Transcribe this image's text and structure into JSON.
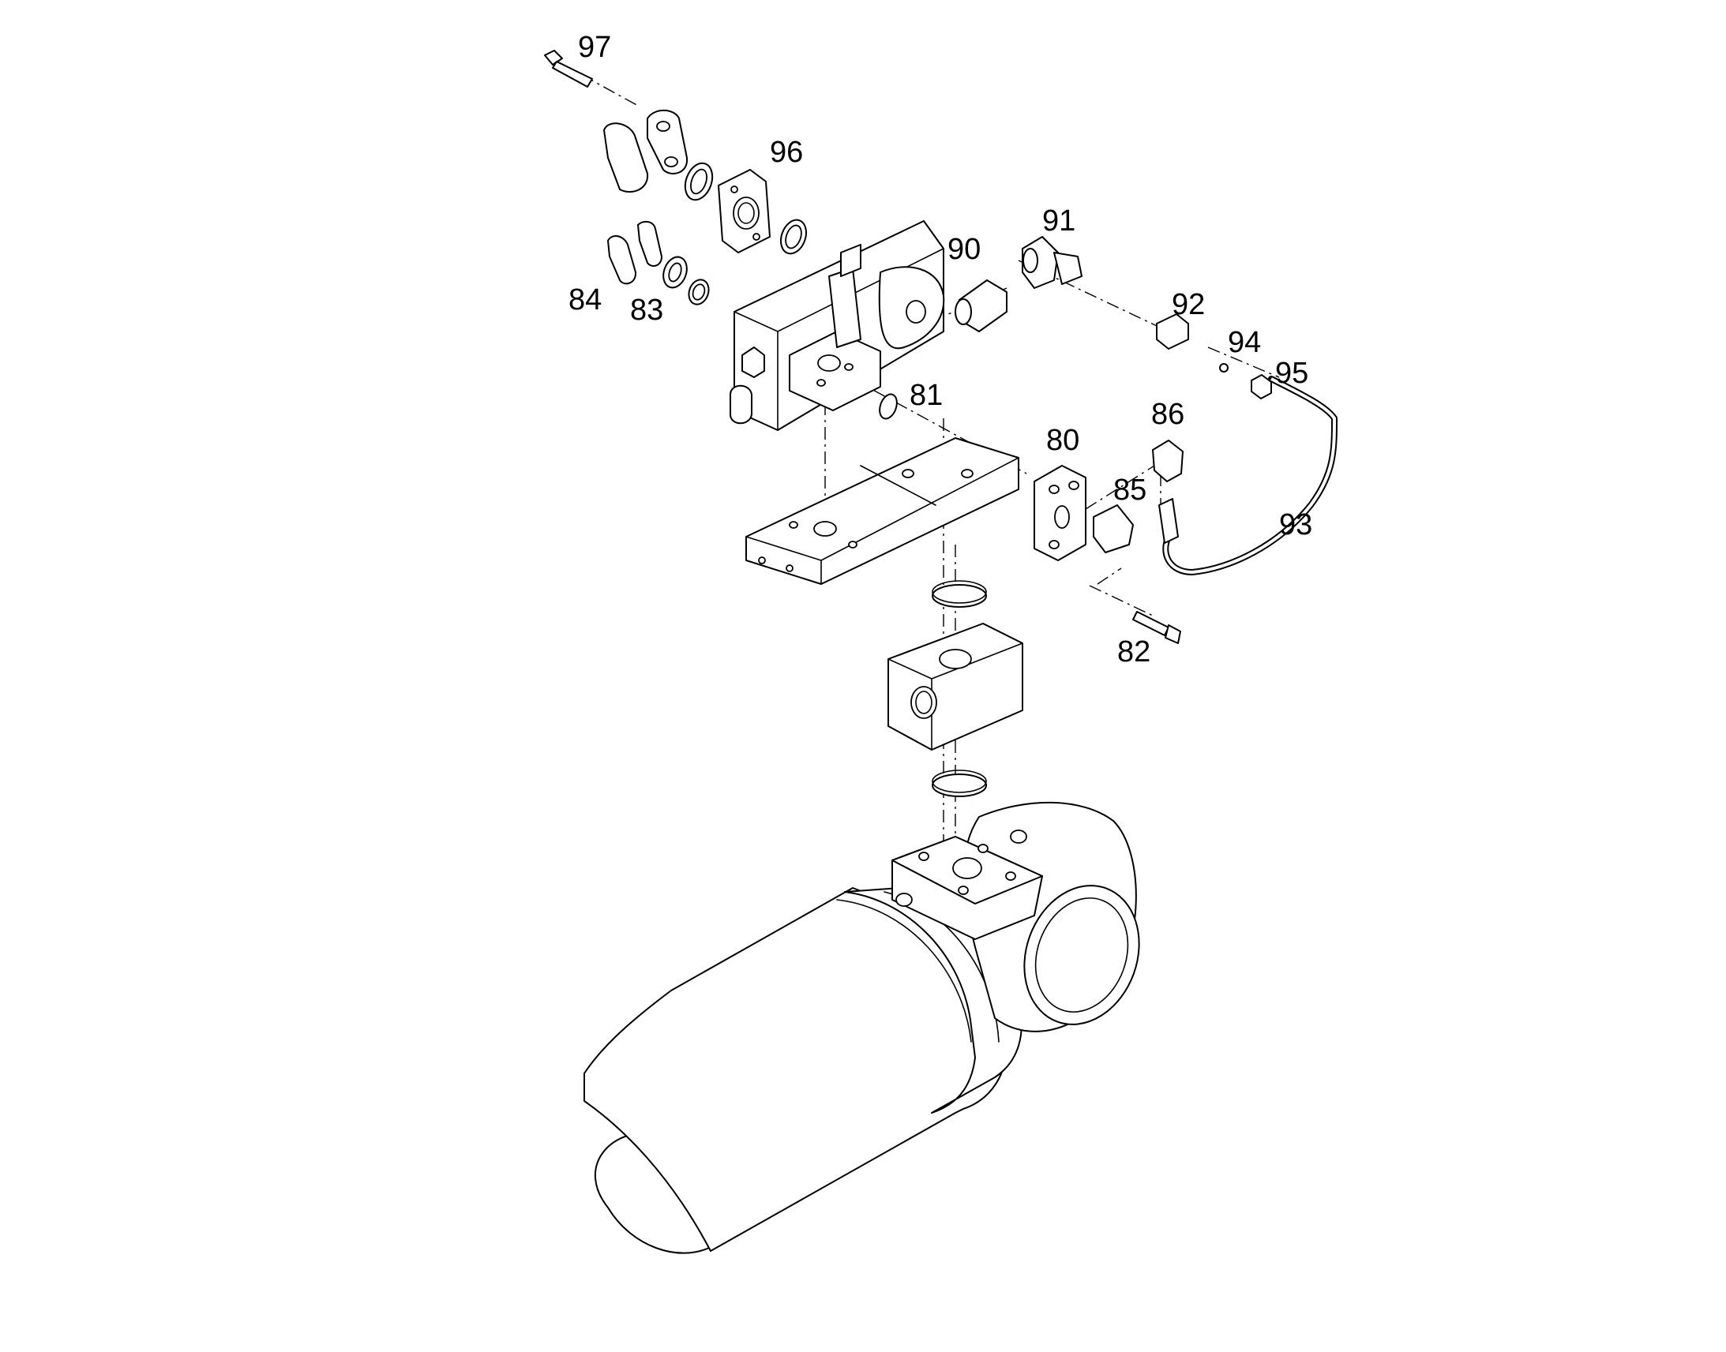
{
  "callouts": {
    "p97": "97",
    "p96": "96",
    "p91": "91",
    "p90": "90",
    "p84": "84",
    "p83": "83",
    "p92": "92",
    "p94": "94",
    "p95": "95",
    "p81": "81",
    "p86": "86",
    "p80": "80",
    "p85": "85",
    "p93": "93",
    "p82": "82"
  },
  "colors": {
    "line": "#000000",
    "background": "#ffffff"
  }
}
